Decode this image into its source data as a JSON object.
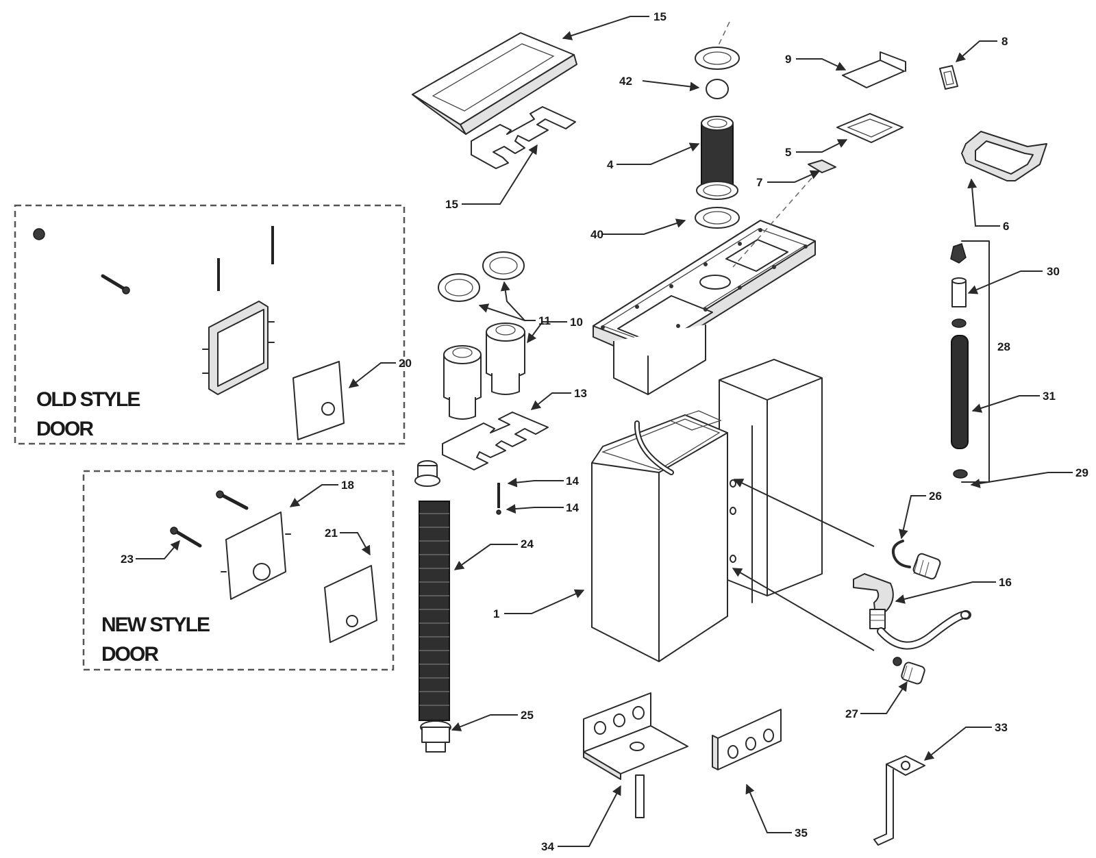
{
  "diagram": {
    "boxes": {
      "old_style_door": {
        "line1": "OLD STYLE",
        "line2": "DOOR"
      },
      "new_style_door": {
        "line1": "NEW STYLE",
        "line2": "DOOR"
      }
    },
    "labels": {
      "l15a": "15",
      "l15b": "15",
      "l42": "42",
      "l4a": "4",
      "l8": "8",
      "l9": "9",
      "l5": "5",
      "l7": "7",
      "l6": "6",
      "l40": "40",
      "l30": "30",
      "l11": "11",
      "l10": "10",
      "l28": "28",
      "l31": "31",
      "l20a": "20",
      "l13": "13",
      "l29": "29",
      "l14a": "14",
      "l14b": "14",
      "l18": "18",
      "l26": "26",
      "l23": "23",
      "l21": "21",
      "l24": "24",
      "l16": "16",
      "l1": "1",
      "l27": "27",
      "l25": "25",
      "l33": "33",
      "l34": "34",
      "l35": "35"
    }
  }
}
